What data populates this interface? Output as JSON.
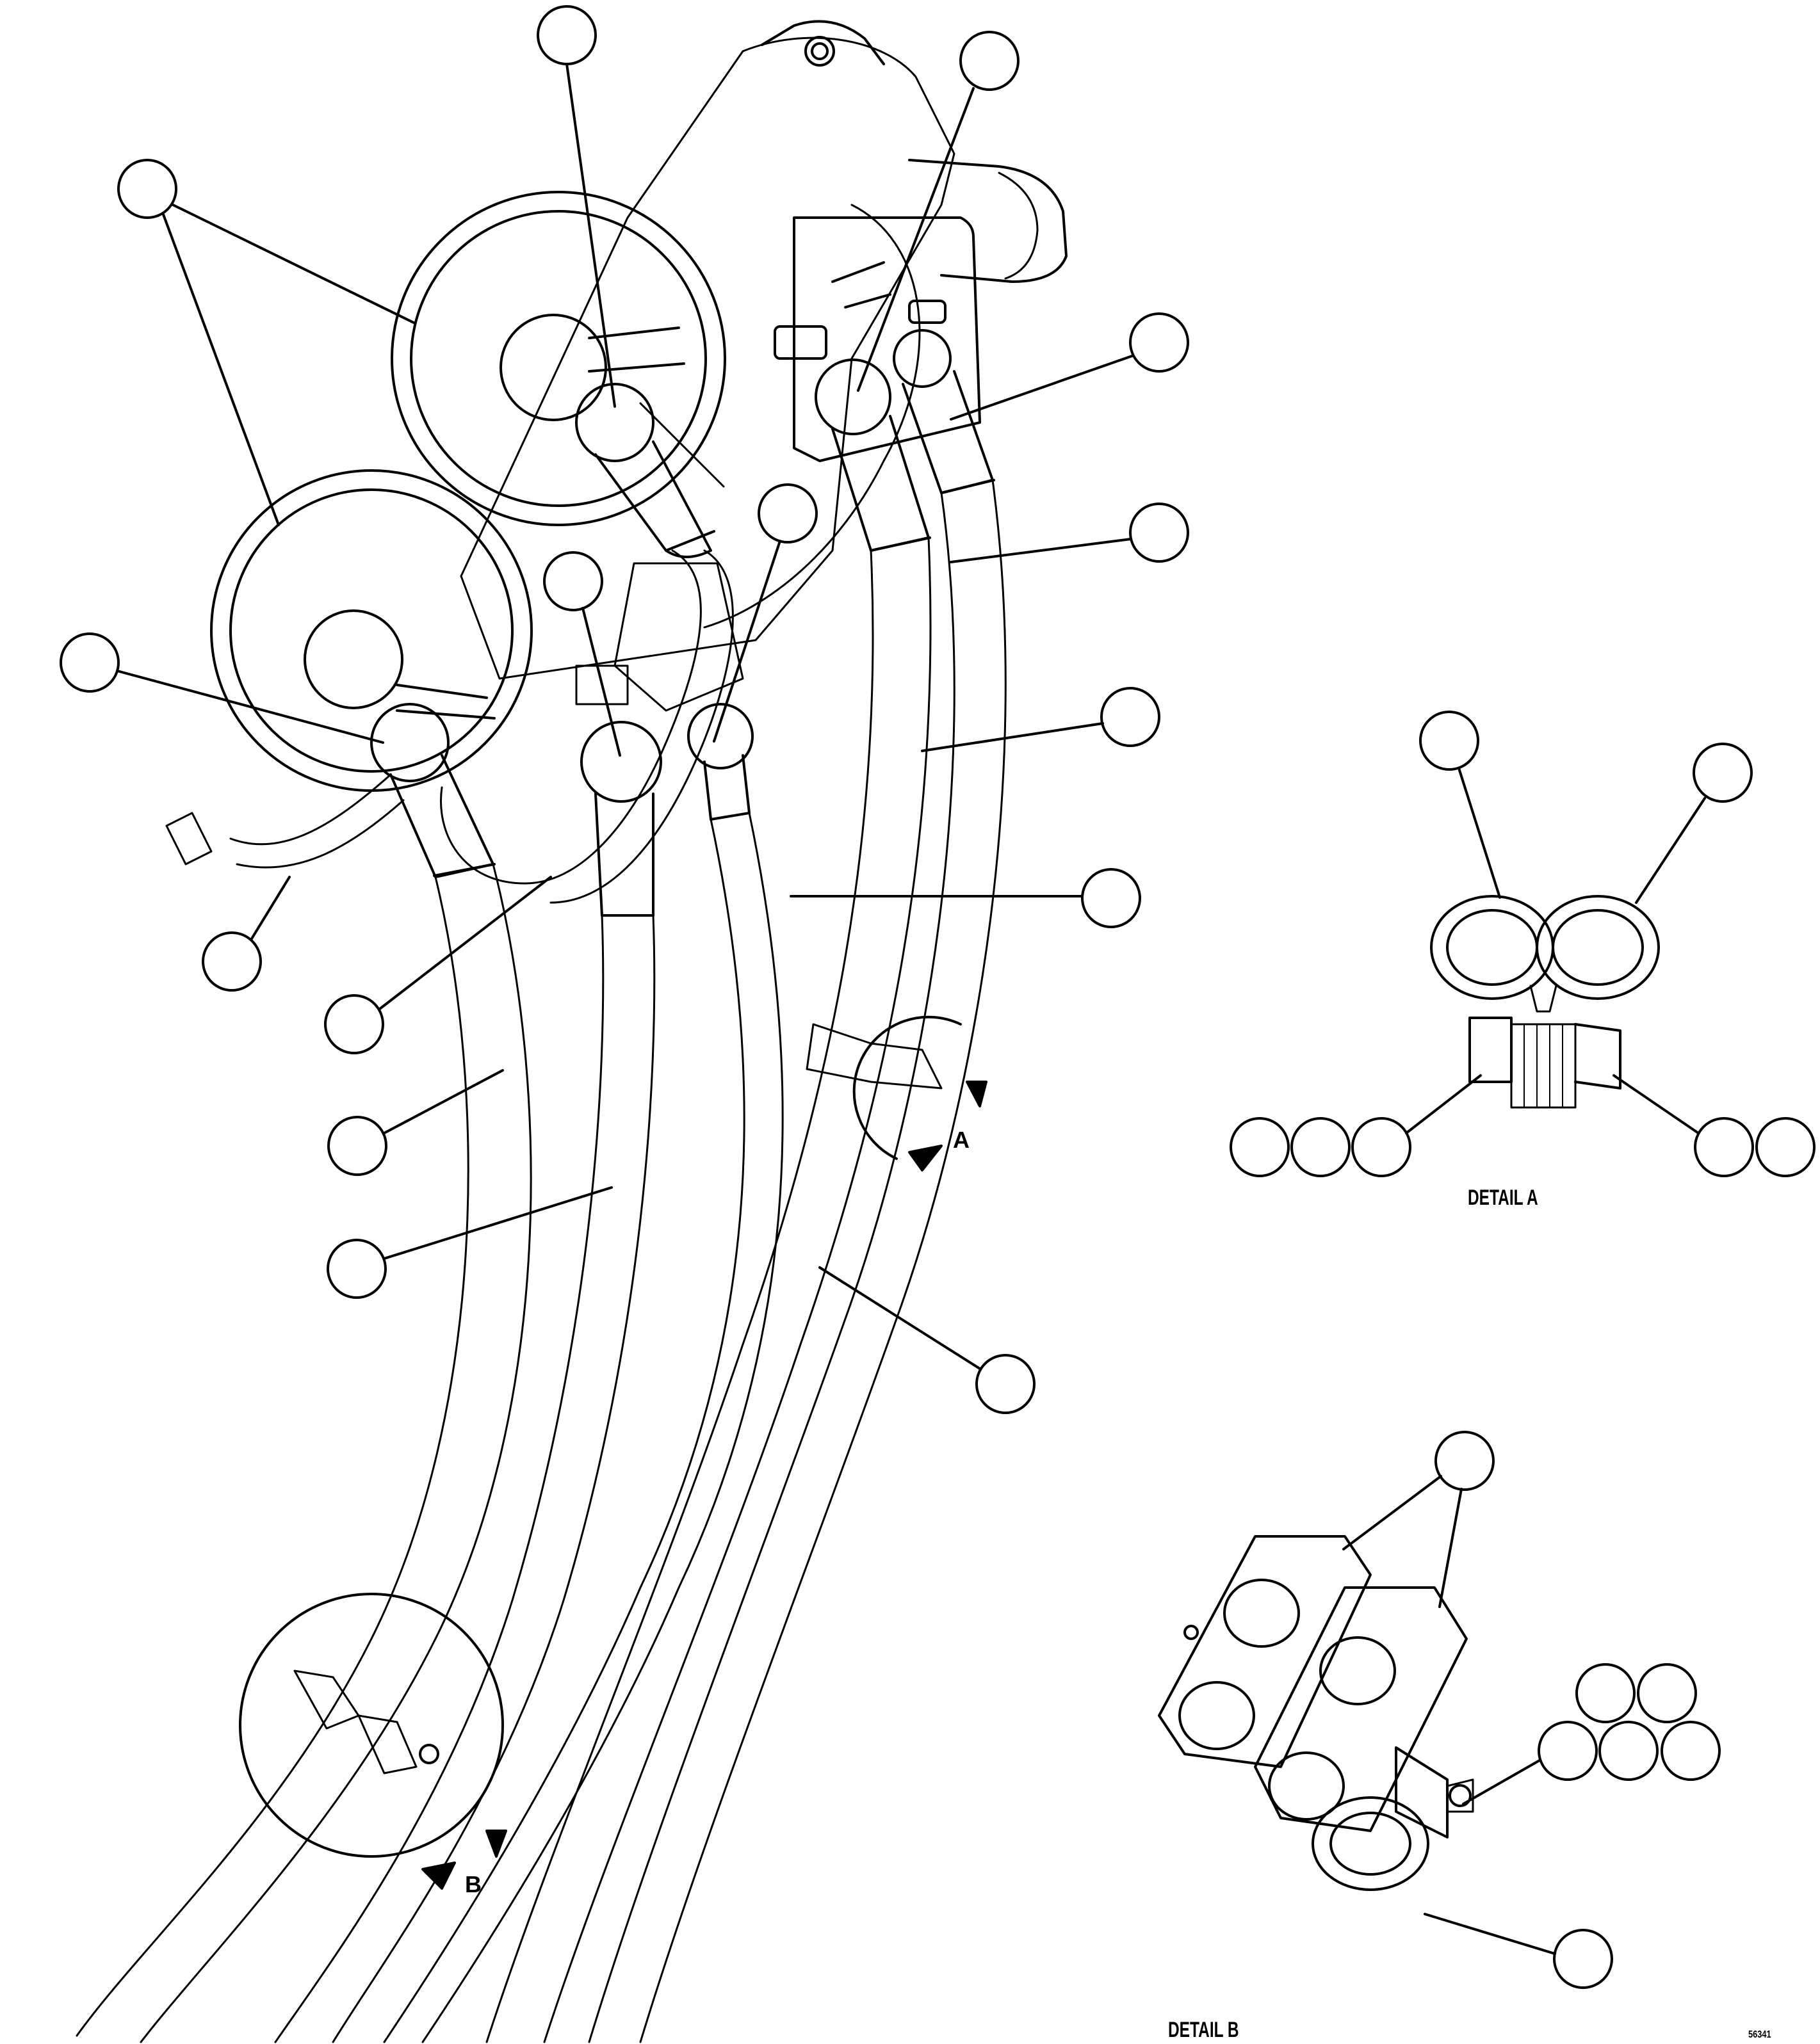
{
  "figure_number": "56341",
  "details": {
    "a": {
      "caption": "DETAIL A",
      "view_letter": "A"
    },
    "b": {
      "caption": "DETAIL B",
      "view_letter": "B"
    }
  },
  "colors": {
    "line": "#000000",
    "background": "#ffffff"
  }
}
